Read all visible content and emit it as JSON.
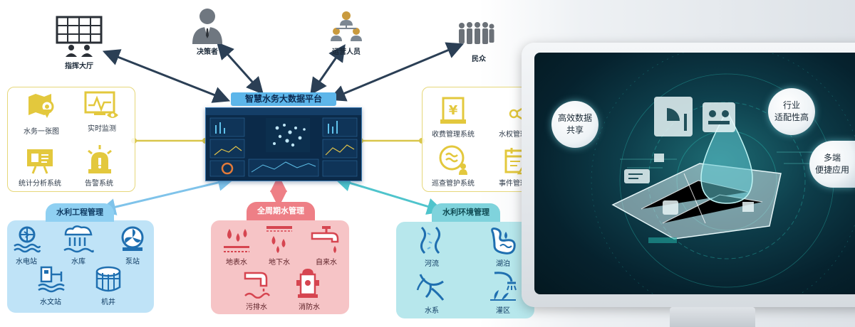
{
  "platform": {
    "title": "智慧水务大数据平台"
  },
  "top_users": [
    {
      "id": "command",
      "label": "指挥大厅",
      "icon": "video-wall-icon"
    },
    {
      "id": "decision",
      "label": "决策者",
      "icon": "businessman-icon"
    },
    {
      "id": "ops",
      "label": "运营人员",
      "icon": "team-hierarchy-icon"
    },
    {
      "id": "public",
      "label": "民众",
      "icon": "crowd-icon"
    }
  ],
  "left_panel": {
    "items": [
      {
        "label": "水务一张图",
        "icon": "map-pin-icon"
      },
      {
        "label": "实时监测",
        "icon": "monitor-eye-icon"
      },
      {
        "label": "统计分析系统",
        "icon": "presentation-board-icon"
      },
      {
        "label": "告警系统",
        "icon": "alarm-siren-icon"
      }
    ]
  },
  "right_panel": {
    "items": [
      {
        "label": "收费管理系统",
        "icon": "yuan-payment-icon"
      },
      {
        "label": "水权管理系统",
        "icon": "share-icon"
      },
      {
        "label": "巡查管护系统",
        "icon": "patrol-worker-icon"
      },
      {
        "label": "事件管理系统",
        "icon": "event-calendar-alert-icon"
      }
    ]
  },
  "engineering": {
    "title": "水利工程管理",
    "items": [
      {
        "label": "水电站",
        "icon": "hydropower-icon"
      },
      {
        "label": "水库",
        "icon": "reservoir-icon"
      },
      {
        "label": "泵站",
        "icon": "pump-station-icon"
      },
      {
        "label": "水文站",
        "icon": "hydrological-station-icon"
      },
      {
        "label": "机井",
        "icon": "well-icon"
      }
    ]
  },
  "water_cycle": {
    "title": "全周期水管理",
    "items": [
      {
        "label": "地表水",
        "icon": "surface-water-icon"
      },
      {
        "label": "地下水",
        "icon": "groundwater-icon"
      },
      {
        "label": "自来水",
        "icon": "tap-water-icon"
      },
      {
        "label": "污排水",
        "icon": "sewage-icon"
      },
      {
        "label": "消防水",
        "icon": "fire-hydrant-icon"
      }
    ]
  },
  "environment": {
    "title": "水利环境管理",
    "items": [
      {
        "label": "河流",
        "icon": "river-icon"
      },
      {
        "label": "湖泊",
        "icon": "lake-icon"
      },
      {
        "label": "水系",
        "icon": "water-system-icon"
      },
      {
        "label": "灌区",
        "icon": "irrigation-icon"
      }
    ]
  },
  "monitor": {
    "bubbles": [
      {
        "line1": "高效数据",
        "line2": "共享"
      },
      {
        "line1": "行业",
        "line2": "适配性高"
      },
      {
        "line1": "多端",
        "line2": "便捷应用"
      }
    ]
  },
  "colors": {
    "yellow_line": "#d9c64a",
    "blue_box": "#bfe3f7",
    "blue_head": "#8fd0f2",
    "pink_box": "#f6c4c6",
    "pink_head": "#ee7f86",
    "teal_box": "#b7e7ec",
    "teal_head": "#7fd3dc",
    "arrow_dark": "#2b3f55",
    "platform_title": "#5db6ea"
  }
}
